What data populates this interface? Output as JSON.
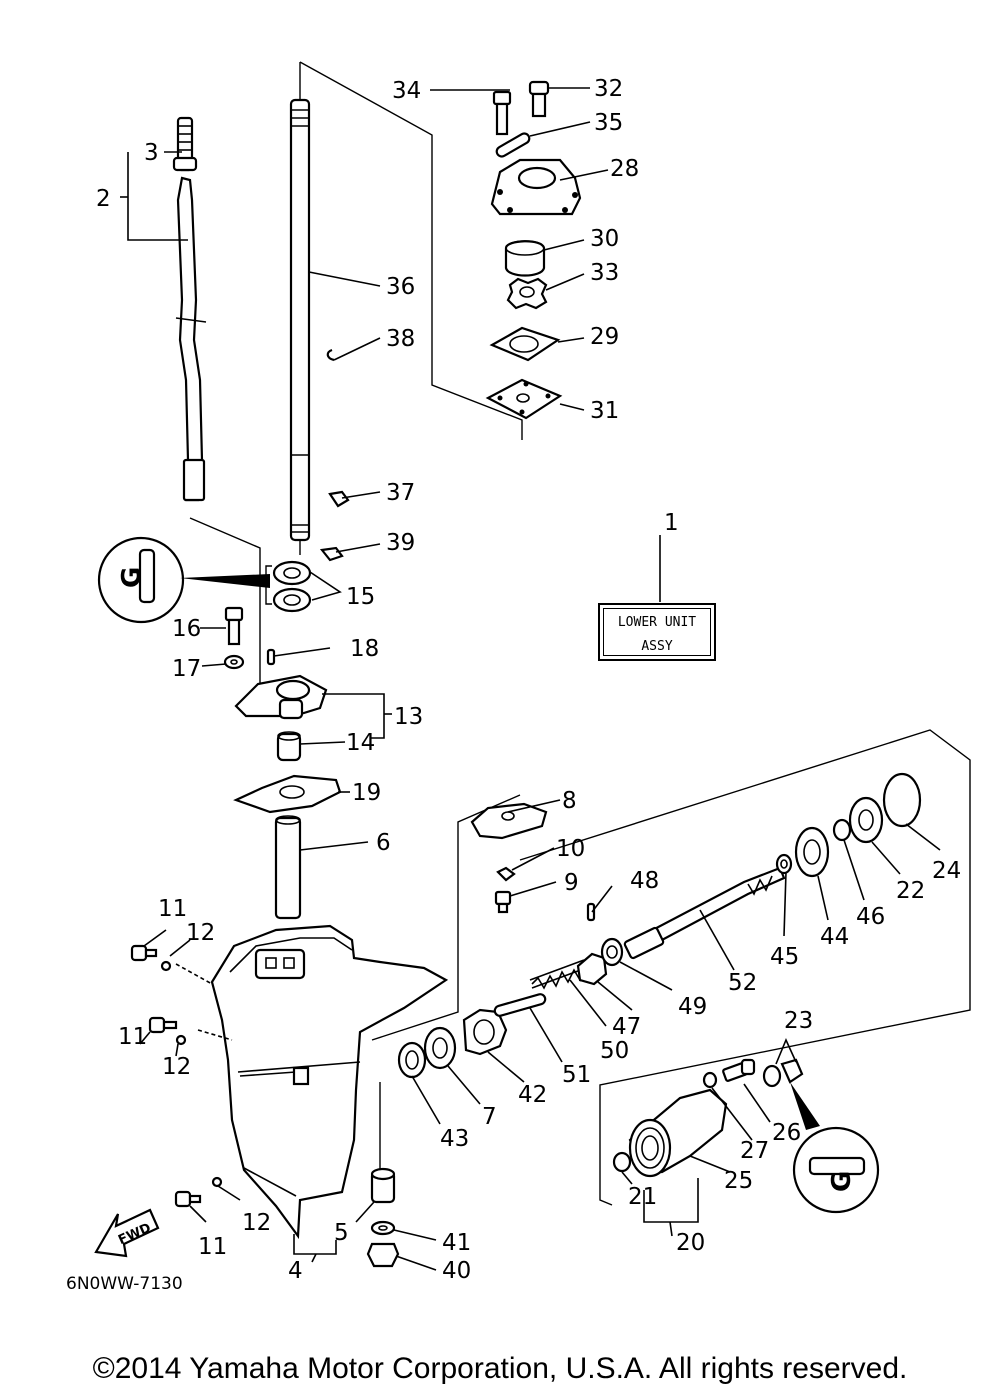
{
  "diagram_code": "6N0WW-7130",
  "copyright": "©2014 Yamaha Motor Corporation, U.S.A. All rights reserved.",
  "assembly_label": {
    "line1": "LOWER UNIT",
    "line2": "ASSY"
  },
  "fwd_label": "FWD",
  "callouts": {
    "c1": "1",
    "c2": "2",
    "c3": "3",
    "c4": "4",
    "c5": "5",
    "c6": "6",
    "c7": "7",
    "c8": "8",
    "c9": "9",
    "c10": "10",
    "c11a": "11",
    "c11b": "11",
    "c11c": "11",
    "c12a": "12",
    "c12b": "12",
    "c12c": "12",
    "c13": "13",
    "c14": "14",
    "c15": "15",
    "c16": "16",
    "c17": "17",
    "c18": "18",
    "c19": "19",
    "c20": "20",
    "c21": "21",
    "c22": "22",
    "c23": "23",
    "c24": "24",
    "c25": "25",
    "c26": "26",
    "c27": "27",
    "c28": "28",
    "c29": "29",
    "c30": "30",
    "c31": "31",
    "c32": "32",
    "c33": "33",
    "c34": "34",
    "c35": "35",
    "c36": "36",
    "c37": "37",
    "c38": "38",
    "c39": "39",
    "c40": "40",
    "c41": "41",
    "c42": "42",
    "c43": "43",
    "c44": "44",
    "c45": "45",
    "c46": "46",
    "c47": "47",
    "c48": "48",
    "c49": "49",
    "c50": "50",
    "c51": "51",
    "c52": "52"
  }
}
